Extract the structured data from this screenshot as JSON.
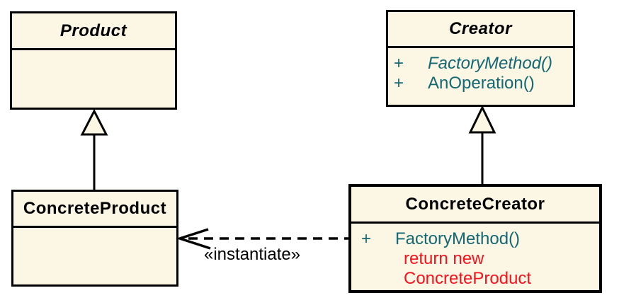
{
  "colors": {
    "box_fill": "#FCF6E4",
    "box_border": "#000000",
    "method_text": "#136874",
    "note_text": "#F9121B",
    "title_text": "#000000"
  },
  "classes": {
    "product": {
      "name": "Product",
      "abstract": true
    },
    "creator": {
      "name": "Creator",
      "abstract": true,
      "methods": [
        {
          "visibility": "+",
          "signature": "FactoryMethod()",
          "abstract": true
        },
        {
          "visibility": "+",
          "signature": "AnOperation()",
          "abstract": false
        }
      ]
    },
    "concrete_product": {
      "name": "ConcreteProduct",
      "abstract": false
    },
    "concrete_creator": {
      "name": "ConcreteCreator",
      "abstract": false,
      "methods": [
        {
          "visibility": "+",
          "signature": "FactoryMethod()",
          "abstract": false
        }
      ],
      "annotation_lines": [
        "return new",
        "ConcreteProduct"
      ]
    }
  },
  "relationships": {
    "generalizations": [
      {
        "from": "ConcreteProduct",
        "to": "Product"
      },
      {
        "from": "ConcreteCreator",
        "to": "Creator"
      }
    ],
    "dependency": {
      "from": "ConcreteCreator",
      "to": "ConcreteProduct",
      "stereotype": "«instantiate»",
      "style": "dashed-open-arrow"
    }
  }
}
